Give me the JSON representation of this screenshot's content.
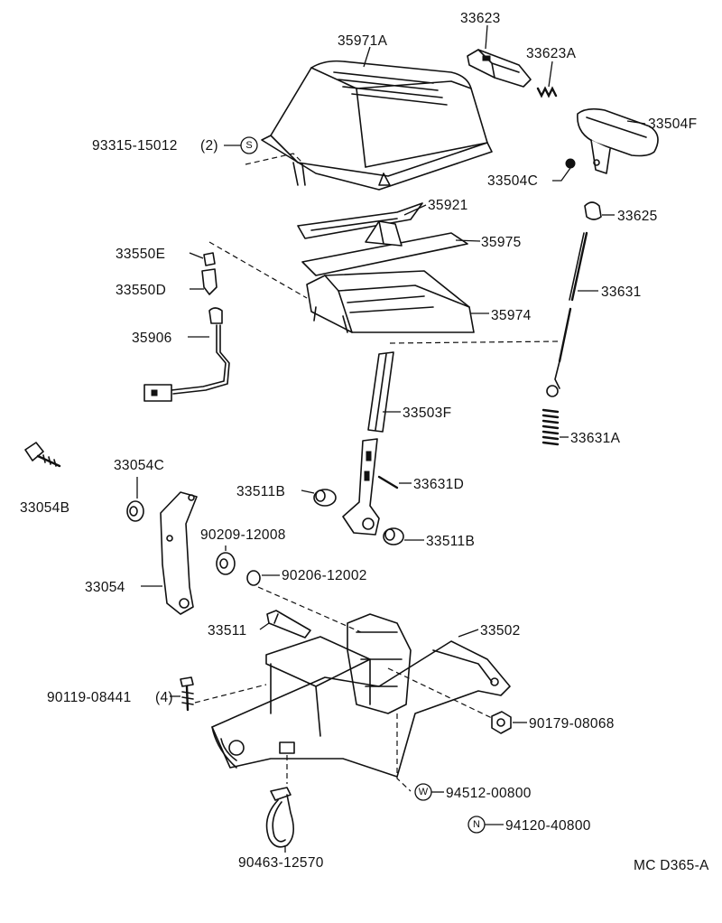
{
  "diagram_code": "MC D365-A",
  "parts": {
    "p_35971A": "35971A",
    "p_33623": "33623",
    "p_33623A": "33623A",
    "p_33504F": "33504F",
    "p_33504C": "33504C",
    "p_93315": "93315-15012",
    "p_93315_qty": "(2)",
    "p_35921": "35921",
    "p_35975": "35975",
    "p_33625": "33625",
    "p_33550E": "33550E",
    "p_33550D": "33550D",
    "p_33631": "33631",
    "p_35974": "35974",
    "p_35906": "35906",
    "p_33503F": "33503F",
    "p_33631A": "33631A",
    "p_33054C": "33054C",
    "p_33054B": "33054B",
    "p_33511B_left": "33511B",
    "p_33631D": "33631D",
    "p_33511B_right": "33511B",
    "p_90209": "90209-12008",
    "p_90206": "90206-12002",
    "p_33054": "33054",
    "p_33511": "33511",
    "p_33502": "33502",
    "p_90119": "90119-08441",
    "p_90119_qty": "(4)",
    "p_90179": "90179-08068",
    "p_94512": "94512-00800",
    "p_94120": "94120-40800",
    "p_90463": "90463-12570"
  },
  "symbols": {
    "screw_ref": "S",
    "washer_ref": "W",
    "nut_ref": "N"
  }
}
